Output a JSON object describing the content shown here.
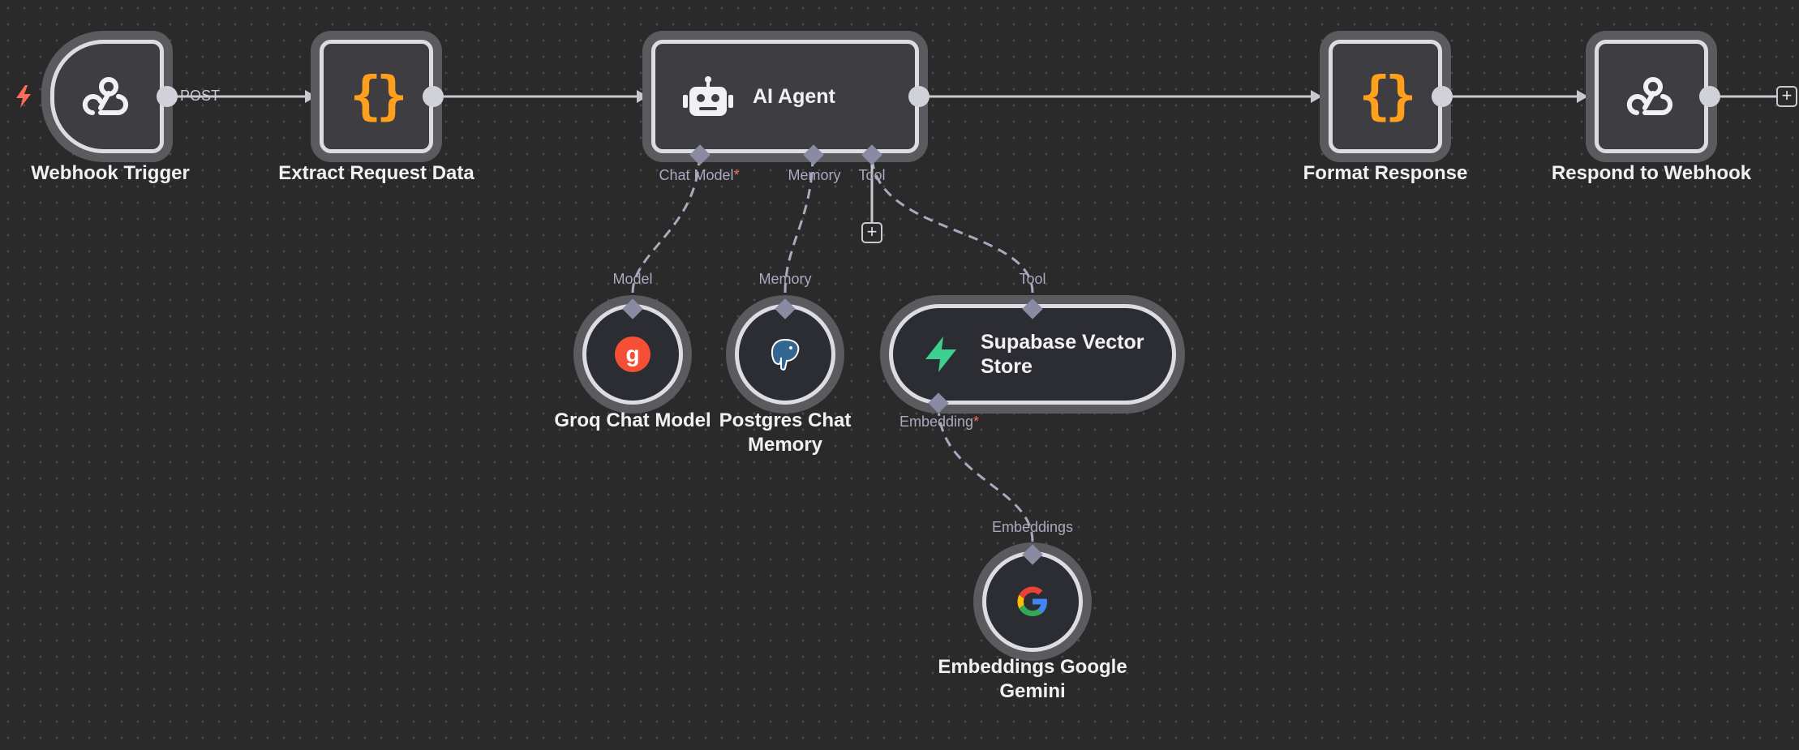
{
  "nodes": {
    "webhook_trigger": {
      "label": "Webhook Trigger",
      "icon": "webhook-icon"
    },
    "extract_request": {
      "label": "Extract Request Data",
      "icon": "curly-braces-icon"
    },
    "ai_agent": {
      "label": "AI Agent",
      "icon": "robot-icon"
    },
    "format_response": {
      "label": "Format Response",
      "icon": "curly-braces-icon"
    },
    "respond_webhook": {
      "label": "Respond to Webhook",
      "icon": "webhook-icon"
    },
    "groq_chat_model": {
      "label": "Groq Chat Model",
      "icon": "groq-icon"
    },
    "postgres_memory": {
      "label_line1": "Postgres Chat",
      "label_line2": "Memory",
      "icon": "postgres-elephant-icon"
    },
    "supabase_vector": {
      "title_line1": "Supabase Vector",
      "title_line2": "Store",
      "icon": "supabase-bolt-icon"
    },
    "embeddings_gemini": {
      "label_line1": "Embeddings Google",
      "label_line2": "Gemini",
      "icon": "google-g-icon"
    }
  },
  "edges": {
    "webhook_method": "POST"
  },
  "ports": {
    "agent_chat_model": "Chat Model",
    "agent_memory": "Memory",
    "agent_tool": "Tool",
    "groq_model": "Model",
    "postgres_memory": "Memory",
    "supabase_tool": "Tool",
    "supabase_embedding": "Embedding",
    "gemini_embeddings": "Embeddings",
    "required_marker": "*"
  },
  "buttons": {
    "add_symbol": "+"
  },
  "colors": {
    "canvas": "#2a2a2a",
    "node_border": "#dcdde3",
    "accent_orange": "#ff9f1c",
    "trigger_red": "#ff6d5a",
    "supabase_green": "#3ecf8e",
    "groq_red": "#f55036"
  }
}
